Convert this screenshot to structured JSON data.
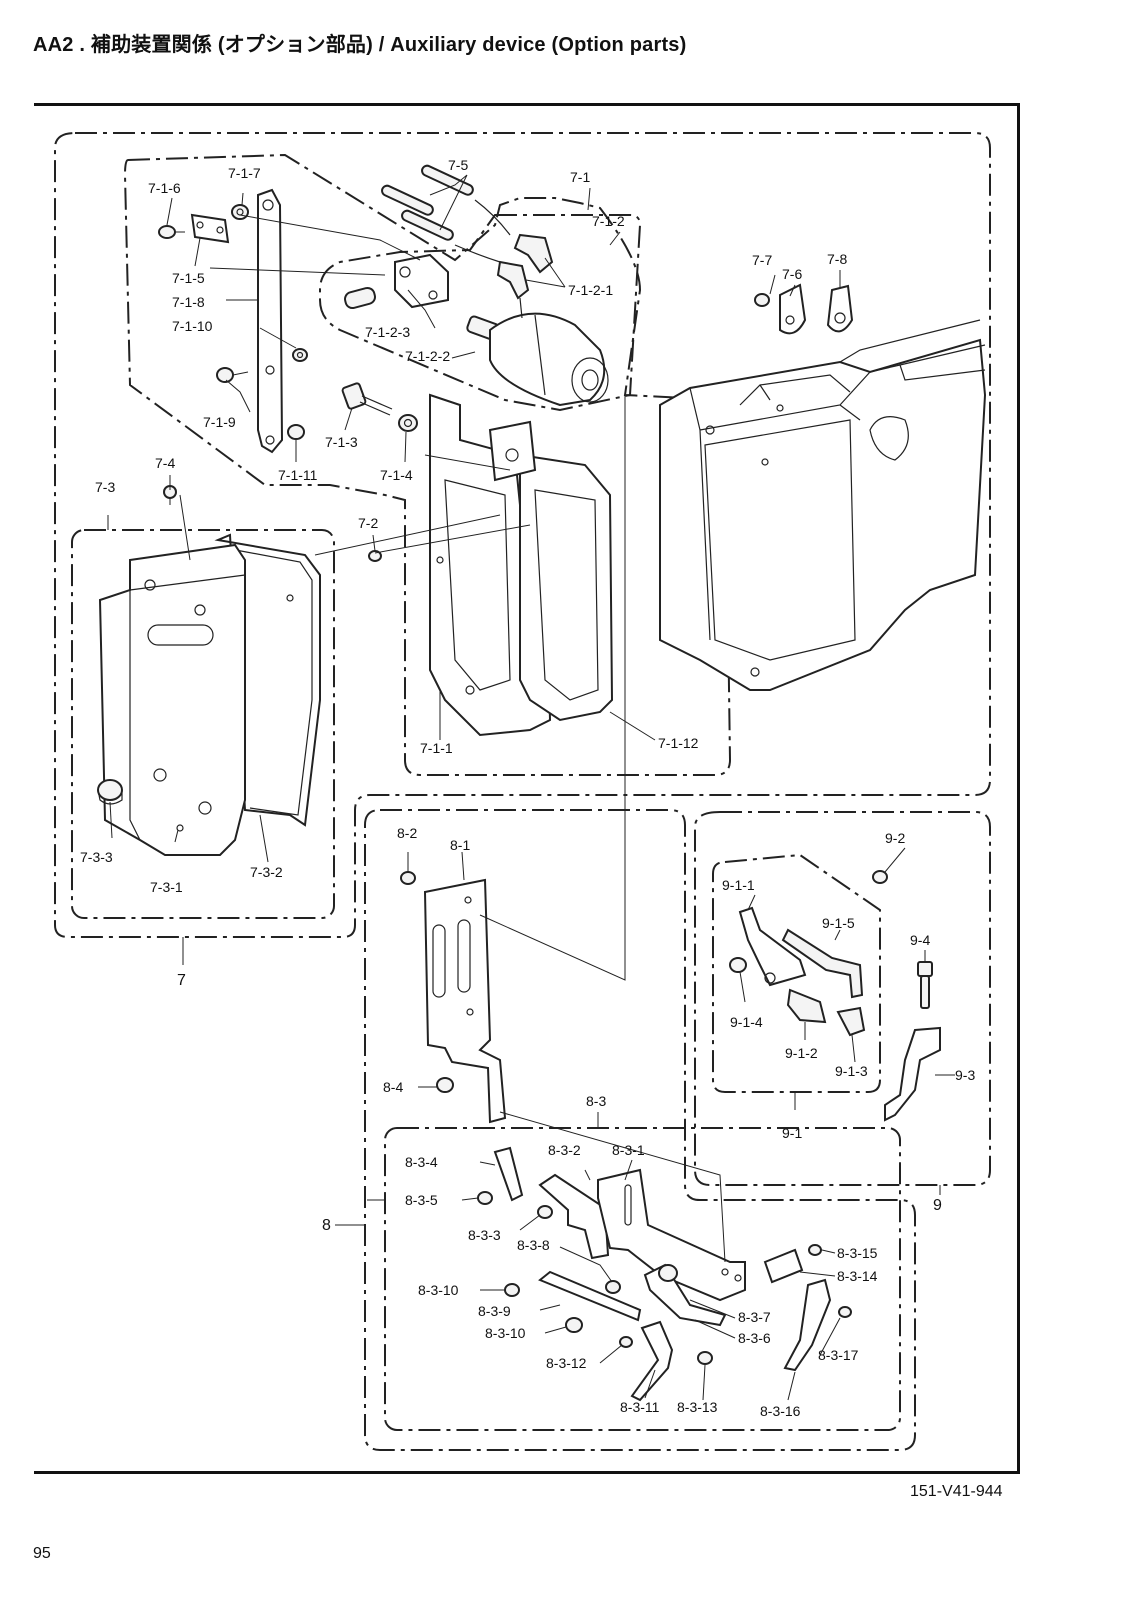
{
  "header": {
    "title": "AA2 . 補助装置関係 (オプション部品) / Auxiliary device (Option parts)"
  },
  "footer": {
    "drawing_code": "151-V41-944",
    "page_number": "95"
  },
  "labels": {
    "g7": "7",
    "g8": "8",
    "g9": "9",
    "p7_1": "7-1",
    "p7_1_1": "7-1-1",
    "p7_1_2": "7-1-2",
    "p7_1_2_1": "7-1-2-1",
    "p7_1_2_2": "7-1-2-2",
    "p7_1_2_3": "7-1-2-3",
    "p7_1_3": "7-1-3",
    "p7_1_4": "7-1-4",
    "p7_1_5": "7-1-5",
    "p7_1_6": "7-1-6",
    "p7_1_7": "7-1-7",
    "p7_1_8": "7-1-8",
    "p7_1_9": "7-1-9",
    "p7_1_10": "7-1-10",
    "p7_1_11": "7-1-11",
    "p7_1_12": "7-1-12",
    "p7_2": "7-2",
    "p7_3": "7-3",
    "p7_3_1": "7-3-1",
    "p7_3_2": "7-3-2",
    "p7_3_3": "7-3-3",
    "p7_4": "7-4",
    "p7_5": "7-5",
    "p7_6": "7-6",
    "p7_7": "7-7",
    "p7_8": "7-8",
    "p8_1": "8-1",
    "p8_2": "8-2",
    "p8_3": "8-3",
    "p8_4": "8-4",
    "p8_3_1": "8-3-1",
    "p8_3_2": "8-3-2",
    "p8_3_3": "8-3-3",
    "p8_3_4": "8-3-4",
    "p8_3_5": "8-3-5",
    "p8_3_6": "8-3-6",
    "p8_3_7": "8-3-7",
    "p8_3_8": "8-3-8",
    "p8_3_9": "8-3-9",
    "p8_3_10a": "8-3-10",
    "p8_3_10b": "8-3-10",
    "p8_3_11": "8-3-11",
    "p8_3_12": "8-3-12",
    "p8_3_13": "8-3-13",
    "p8_3_14": "8-3-14",
    "p8_3_15": "8-3-15",
    "p8_3_16": "8-3-16",
    "p8_3_17": "8-3-17",
    "p9_1": "9-1",
    "p9_1_1": "9-1-1",
    "p9_1_2": "9-1-2",
    "p9_1_3": "9-1-3",
    "p9_1_4": "9-1-4",
    "p9_1_5": "9-1-5",
    "p9_2": "9-2",
    "p9_3": "9-3",
    "p9_4": "9-4"
  }
}
